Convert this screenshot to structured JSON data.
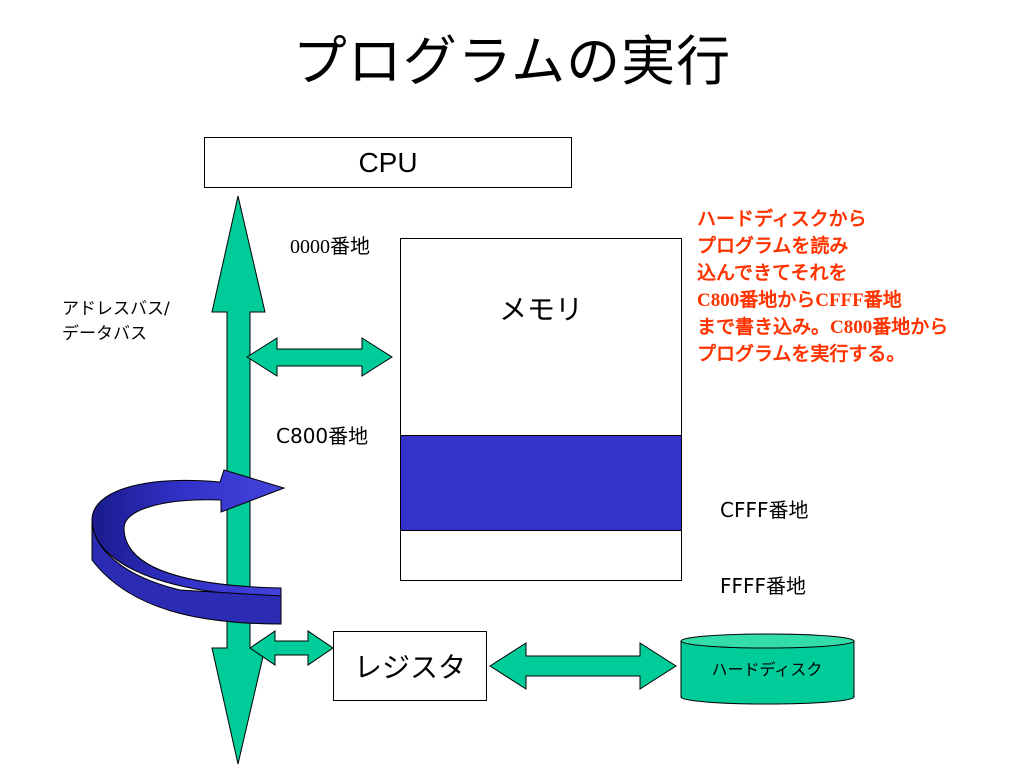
{
  "title": "プログラムの実行",
  "cpu": {
    "label": "CPU"
  },
  "memory": {
    "label": "メモリ",
    "address_start": "0000番地",
    "address_program_start": "C800番地",
    "address_program_end": "CFFF番地",
    "address_end": "FFFF番地",
    "program_region_color": "#3333cc"
  },
  "bus": {
    "label_line1": "アドレスバス/",
    "label_line2": "データバス",
    "color": "#00cc99"
  },
  "register": {
    "label": "レジスタ"
  },
  "hard_disk": {
    "label": "ハードディスク",
    "color": "#00cc99"
  },
  "note": {
    "lines": [
      "ハードディスクから",
      "プログラムを読み",
      "込んできてそれを",
      "C800番地からCFFF番地",
      "まで書き込み。C800番地から",
      "プログラムを実行する。"
    ],
    "color": "#ff3300"
  },
  "execute_arrow": {
    "color": "#3333cc",
    "icon": "curved-arrow-icon"
  }
}
